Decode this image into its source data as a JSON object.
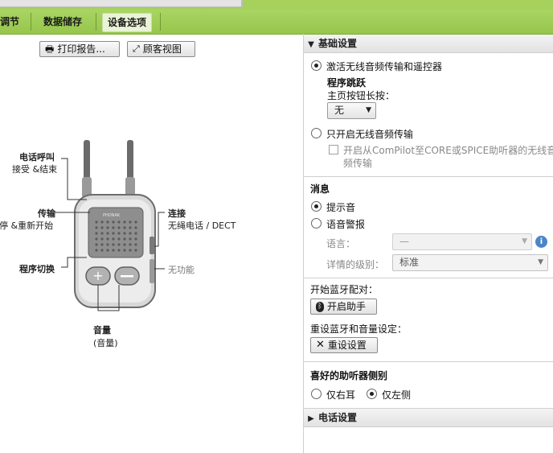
{
  "tabs": [
    {
      "label": "调节",
      "active": false
    },
    {
      "label": "数据储存",
      "active": false
    },
    {
      "label": "设备选项",
      "active": true
    }
  ],
  "left": {
    "print_button": "打印报告...",
    "customer_view_button": "顾客视图",
    "device_brand": "PHONAK",
    "callouts": {
      "phone_title": "电话呼叫",
      "phone_desc": "接受 &结束",
      "transmit_title": "传输",
      "transmit_desc": "暂停 &重新开始",
      "program_title": "程序切换",
      "connect_title": "连接",
      "connect_desc": "无绳电话 / DECT",
      "nofunc": "无功能",
      "volume_title": "音量",
      "volume_desc": "(音量)"
    }
  },
  "right": {
    "basic": {
      "header": "基础设置",
      "opt1": "激活无线音频传输和遥控器",
      "jump_title": "程序跳跃",
      "long_press": "主页按钮长按：",
      "jump_value": "无",
      "opt2": "只开启无线音频传输",
      "chk_line1": "开启从ComPilot至CORE或SPICE助听器的无线音",
      "chk_line2": "频传输"
    },
    "msg": {
      "title": "消息",
      "opt_tone": "提示音",
      "opt_voice": "语音警报",
      "lang_label": "语言：",
      "lang_value": "—",
      "detail_label": "详情的级别：",
      "detail_value": "标准"
    },
    "bt": {
      "pair_label": "开始蓝牙配对：",
      "pair_button": "开启助手",
      "reset_label": "重设蓝牙和音量设定：",
      "reset_button": "重设设置"
    },
    "side": {
      "title": "喜好的助听器侧别",
      "right_only": "仅右耳",
      "left_only": "仅左侧"
    },
    "phone_header": "电话设置"
  },
  "colors": {
    "tabbar_green": "#a5d15c",
    "info_blue": "#4a86c8"
  }
}
